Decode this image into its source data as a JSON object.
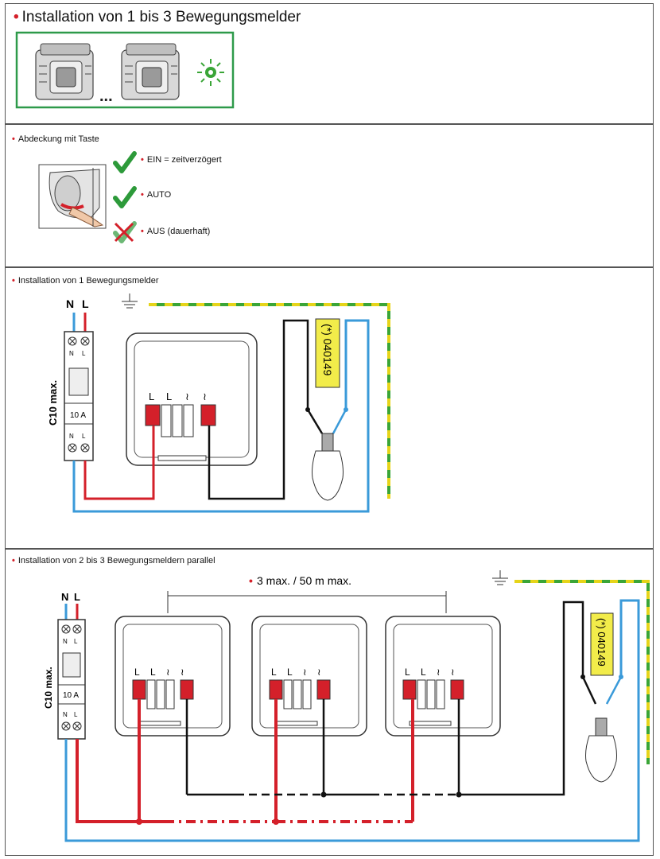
{
  "section1": {
    "title": "Installation von 1 bis 3 Bewegungsmelder",
    "ellipsis": "..."
  },
  "section2": {
    "title": "Abdeckung mit Taste",
    "options": [
      {
        "label": "EIN = zeitverzögert",
        "state": "allowed"
      },
      {
        "label": "AUTO",
        "state": "allowed"
      },
      {
        "label": "AUS (dauerhaft)",
        "state": "not-allowed"
      }
    ]
  },
  "section3": {
    "title": "Installation von 1 Bewegungsmelder",
    "breaker": {
      "neutral": "N",
      "line": "L",
      "rating": "10 A",
      "type_label": "C10 max."
    },
    "terminals": [
      "L",
      "L",
      "≀",
      "≀"
    ],
    "lamp_ref": "(*) 040149"
  },
  "section4": {
    "title": "Installation von 2 bis 3 Bewegungsmeldern parallel",
    "distance": "3 max. / 50 m max.",
    "breaker": {
      "neutral": "N",
      "line": "L",
      "rating": "10 A",
      "type_label": "C10 max."
    },
    "terminals": [
      "L",
      "L",
      "≀",
      "≀"
    ],
    "lamp_ref": "(*) 040149"
  },
  "colors": {
    "phase": "#d4202a",
    "neutral": "#3a9ad9",
    "earth_green": "#3aa537",
    "earth_yellow": "#e6d419",
    "lamp_label": "#f2ec4a",
    "frame_green": "#2e9a4a",
    "check_green": "#2d9a3a"
  }
}
